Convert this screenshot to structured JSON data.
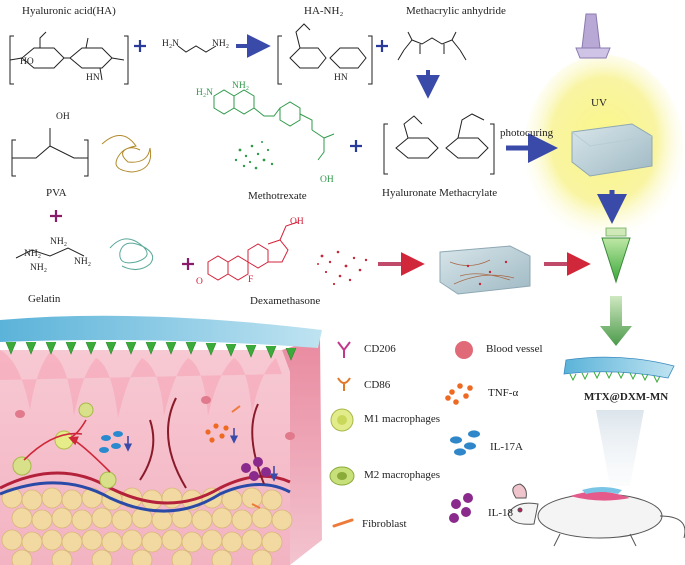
{
  "labels": {
    "ha": "Hyaluronic acid(HA)",
    "ha_nh2": "HA-NH₂",
    "methacrylic": "Methacrylic anhydride",
    "uv": "UV",
    "pva": "PVA",
    "methotrexate": "Methotrexate",
    "hama": "Hyaluronate Methacrylate",
    "photocuring": "photocuring",
    "gelatin": "Gelatin",
    "dexamethasone": "Dexamethasone",
    "product": "MTX@DXM-MN"
  },
  "legend": [
    {
      "key": "cd206",
      "label": "CD206",
      "color": "#c2398a"
    },
    {
      "key": "blood_vessel",
      "label": "Blood vessel",
      "color": "#e06a78"
    },
    {
      "key": "cd86",
      "label": "CD86",
      "color": "#e2782a"
    },
    {
      "key": "tnf",
      "label": "TNF-α",
      "color": "#ee6a22"
    },
    {
      "key": "m1",
      "label": "M1 macrophages",
      "color": "#c9d85a"
    },
    {
      "key": "il17a",
      "label": "IL-17A",
      "color": "#2f86c8"
    },
    {
      "key": "m2",
      "label": "M2 macrophages",
      "color": "#a8c83e"
    },
    {
      "key": "fibroblast",
      "label": "Fibroblast",
      "color": "#ee7a3a"
    },
    {
      "key": "il18",
      "label": "IL-18",
      "color": "#8a2a8c"
    }
  ],
  "colors": {
    "chem_dark": "#222222",
    "chem_green": "#2f9a4a",
    "chem_red": "#d4223a",
    "plus_blue": "#2a3a9a",
    "plus_purple": "#8a1a6a",
    "arrow_blue": "#3a4aa8",
    "arrow_pink": "#c04a6a",
    "uv_glow": "#f4ee5a",
    "skin_pink": "#f4b9c4",
    "needle_green": "#3aaa3a"
  }
}
